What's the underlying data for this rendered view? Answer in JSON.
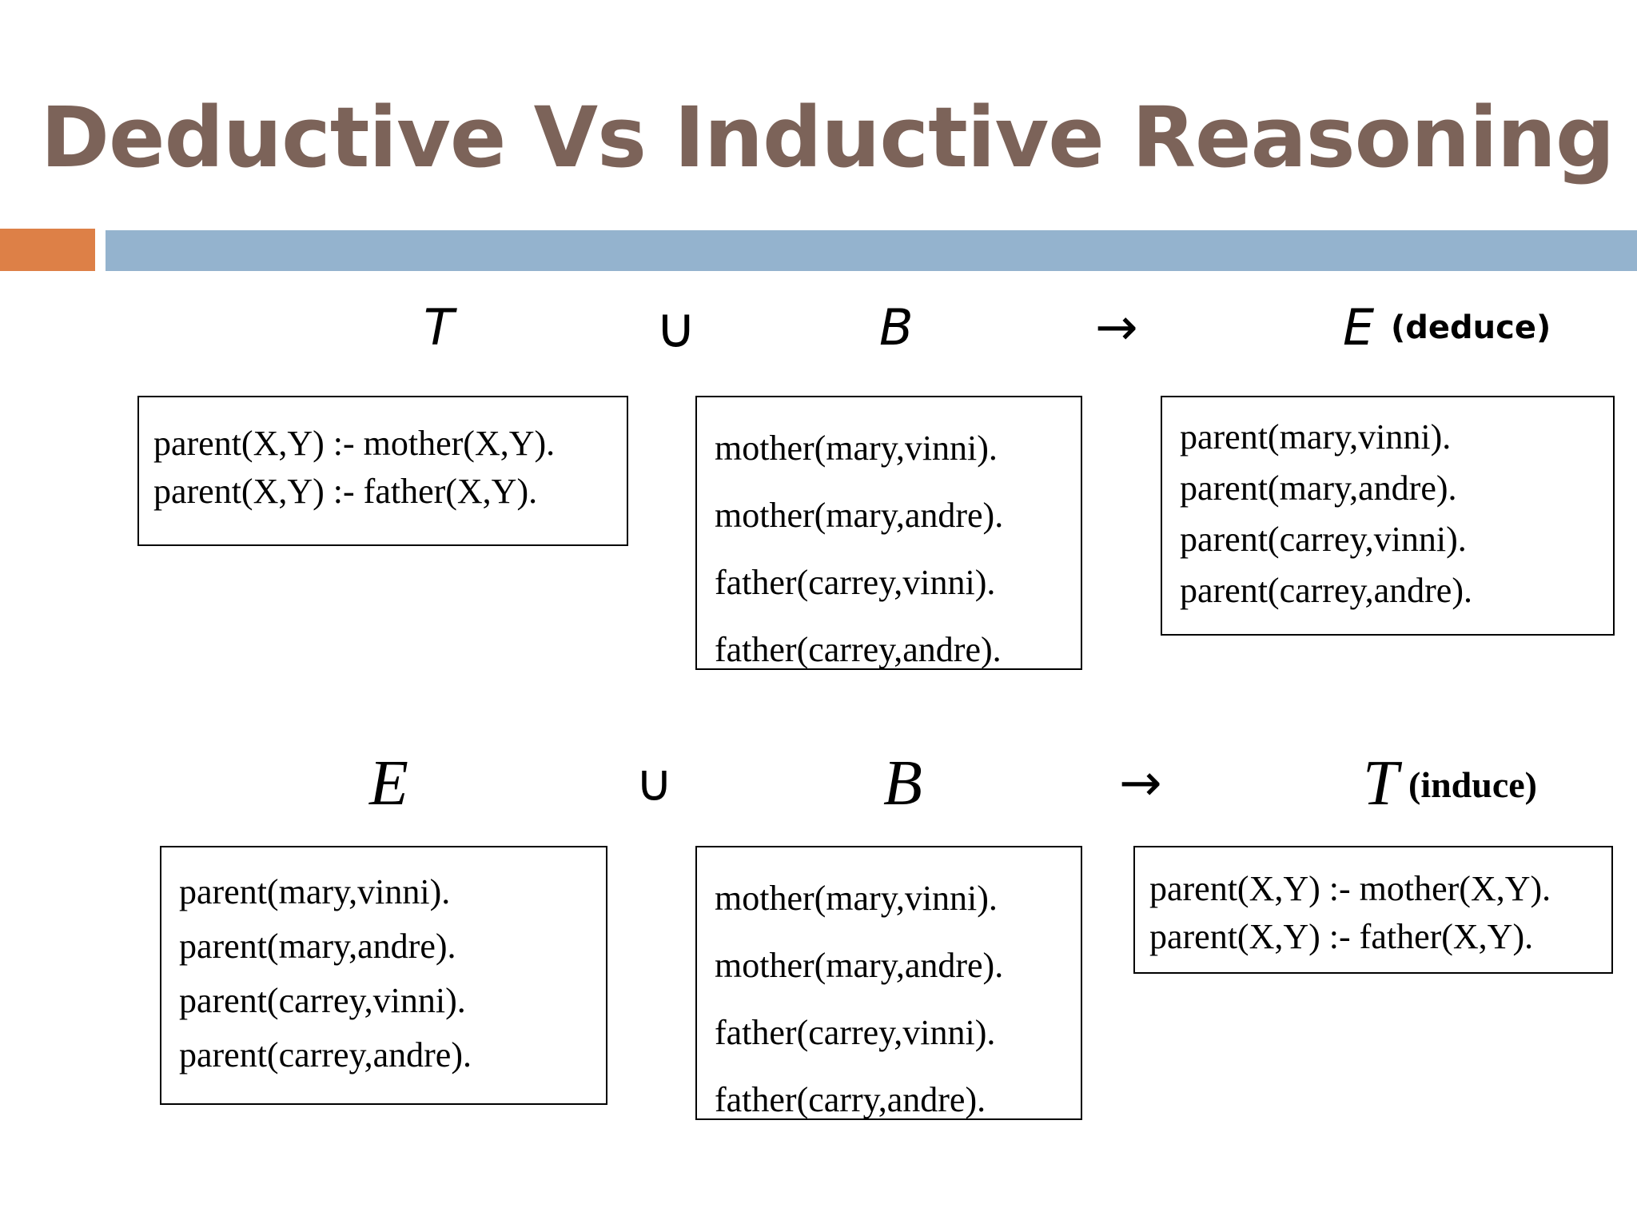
{
  "slide": {
    "title": "Deductive Vs Inductive Reasoning",
    "accent_orange": "#DD8047",
    "accent_blue": "#94B3CE",
    "title_color": "#7C6359"
  },
  "rows": [
    {
      "id": "deduction",
      "formula": {
        "left_symbol": "T",
        "operator": "∪",
        "middle_symbol": "B",
        "arrow": "→",
        "result_symbol": "E",
        "result_tag": "(deduce)"
      },
      "boxes": {
        "theory": {
          "label": "T",
          "lines": [
            "parent(X,Y) :- mother(X,Y).",
            "parent(X,Y) :- father(X,Y)."
          ]
        },
        "background": {
          "label": "B",
          "lines": [
            "mother(mary,vinni).",
            "mother(mary,andre).",
            "father(carrey,vinni).",
            "father(carrey,andre)."
          ]
        },
        "examples": {
          "label": "E",
          "lines": [
            "parent(mary,vinni).",
            "parent(mary,andre).",
            "parent(carrey,vinni).",
            "parent(carrey,andre)."
          ]
        }
      }
    },
    {
      "id": "induction",
      "formula": {
        "left_symbol": "E",
        "operator": "∪",
        "middle_symbol": "B",
        "arrow": "→",
        "result_symbol": "T",
        "result_tag": "(induce)"
      },
      "boxes": {
        "examples": {
          "label": "E",
          "lines": [
            "parent(mary,vinni).",
            "parent(mary,andre).",
            "parent(carrey,vinni).",
            "parent(carrey,andre)."
          ]
        },
        "background": {
          "label": "B",
          "lines": [
            "mother(mary,vinni).",
            "mother(mary,andre).",
            "father(carrey,vinni).",
            "father(carry,andre)."
          ]
        },
        "theory": {
          "label": "T",
          "lines": [
            "parent(X,Y) :- mother(X,Y).",
            "parent(X,Y) :- father(X,Y)."
          ]
        }
      }
    }
  ]
}
